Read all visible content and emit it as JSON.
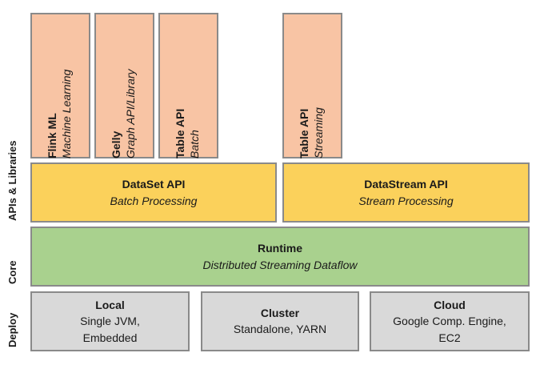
{
  "layers": {
    "apis_libraries": "APIs & Libraries",
    "core": "Core",
    "deploy": "Deploy"
  },
  "libraries": [
    {
      "title": "Flink ML",
      "subtitle": "Machine Learning"
    },
    {
      "title": "Gelly",
      "subtitle": "Graph API/Library"
    },
    {
      "title": "Table API",
      "subtitle": "Batch"
    },
    {
      "title": "Table API",
      "subtitle": "Streaming"
    }
  ],
  "apis": {
    "dataset": {
      "title": "DataSet API",
      "subtitle": "Batch Processing"
    },
    "datastream": {
      "title": "DataStream API",
      "subtitle": "Stream Processing"
    }
  },
  "runtime": {
    "title": "Runtime",
    "subtitle": "Distributed Streaming Dataflow"
  },
  "deploy": {
    "local": {
      "title": "Local",
      "line1": "Single JVM,",
      "line2": "Embedded"
    },
    "cluster": {
      "title": "Cluster",
      "line1": "Standalone, YARN"
    },
    "cloud": {
      "title": "Cloud",
      "line1": "Google Comp. Engine,",
      "line2": "EC2"
    }
  },
  "colors": {
    "libraries": "#f8c4a4",
    "apis": "#fbd15b",
    "runtime": "#a9d18e",
    "deploy": "#d9d9d9",
    "border": "#8a8a8a"
  }
}
